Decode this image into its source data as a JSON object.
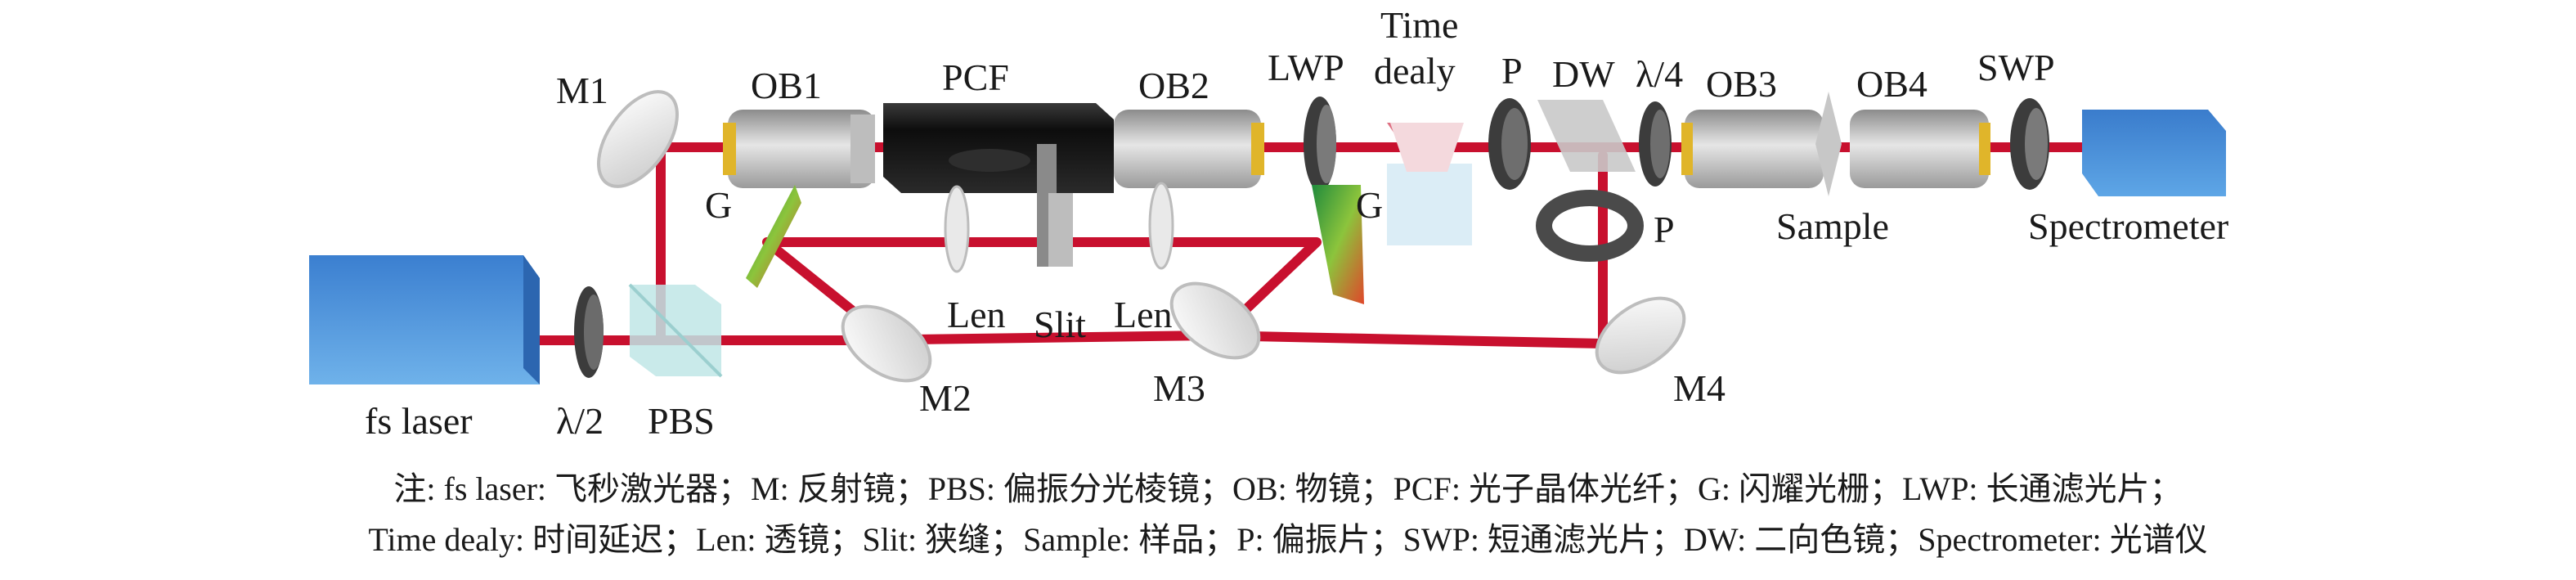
{
  "labels": {
    "m1": "M1",
    "ob1": "OB1",
    "pcf": "PCF",
    "ob2": "OB2",
    "lwp": "LWP",
    "time_line1": "Time",
    "time_line2": "dealy",
    "p_top": "P",
    "dw": "DW",
    "qwp": "λ/4",
    "ob3": "OB3",
    "ob4": "OB4",
    "swp": "SWP",
    "g_left": "G",
    "g_right": "G",
    "p_lower": "P",
    "sample": "Sample",
    "spectrometer": "Spectrometer",
    "len_left": "Len",
    "slit": "Slit",
    "len_right": "Len",
    "fs_laser": "fs laser",
    "hwp": "λ/2",
    "pbs": "PBS",
    "m2": "M2",
    "m3": "M3",
    "m4": "M4"
  },
  "caption": {
    "line1": "注: fs laser: 飞秒激光器；M: 反射镜；PBS: 偏振分光棱镜；OB: 物镜；PCF: 光子晶体光纤；G: 闪耀光栅；LWP: 长通滤光片；",
    "line2": "Time dealy: 时间延迟；Len: 透镜；Slit: 狭缝；Sample: 样品；P: 偏振片；SWP: 短通滤光片；DW: 二向色镜；Spectrometer: 光谱仪"
  },
  "colors": {
    "beam": "#c8102e",
    "laser_body": "#3d86d6",
    "pcf_body": "#151515",
    "objective": "#b9b9b9",
    "objective_ring": "#e0b52a",
    "grating": "#3aa34a",
    "cube": "#bfe0ea"
  }
}
